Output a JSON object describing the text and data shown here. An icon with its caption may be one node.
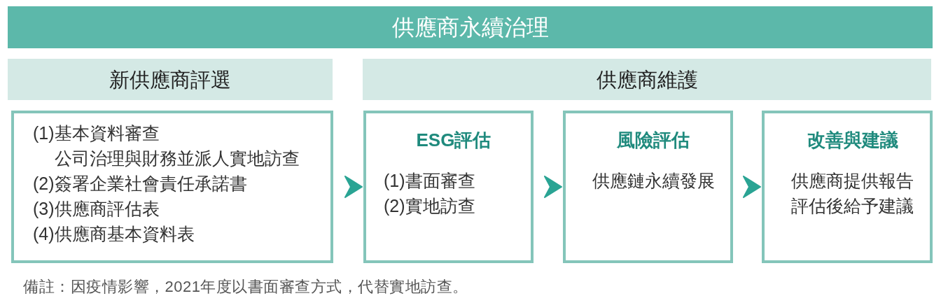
{
  "diagram": {
    "nodes": [
      {
        "text": [
          "供應商永續治理"
        ]
      },
      {
        "text": [
          "新供應商評選"
        ]
      },
      {
        "text": [
          "供應商維護"
        ]
      },
      {
        "text": [
          "(1)基本資料審查",
          "公司治理與財務並派人實地訪查",
          "(2)簽署企業社會責任承諾書",
          "(3)供應商評估表",
          "(4)供應商基本資料表"
        ]
      },
      {
        "text": [
          "ESG評估",
          "(1)書面審查",
          "(2)實地訪查"
        ]
      },
      {
        "text": [
          "風險評估",
          "供應鏈永續發展"
        ]
      },
      {
        "text": [
          "改善與建議",
          "供應商提供報告",
          "評估後給予建議"
        ]
      }
    ],
    "edges": [
      {
        "from": 3,
        "to": 4,
        "arrow": "to"
      },
      {
        "from": 4,
        "to": 5,
        "arrow": "to"
      },
      {
        "from": 5,
        "to": 6,
        "arrow": "to"
      }
    ],
    "labels": [
      "備註：因疫情影響，2021年度以書面審查方式，代替實地訪查。"
    ]
  }
}
